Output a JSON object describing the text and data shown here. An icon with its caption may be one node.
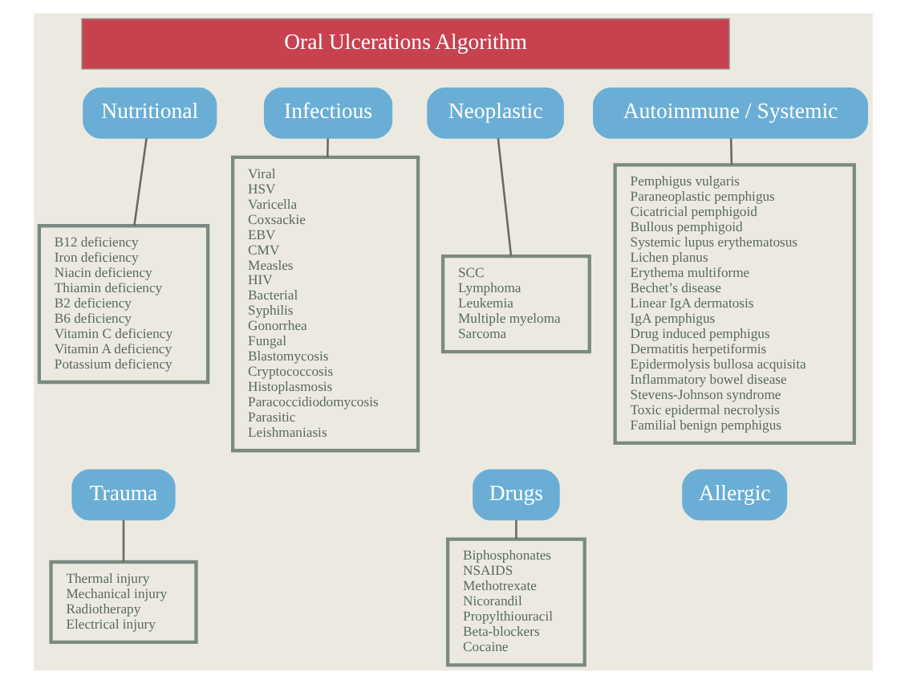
{
  "diagram": {
    "nodes": [
      {
        "text": [
          "Oral Ulcerations Algorithm"
        ]
      },
      {
        "text": [
          "Nutritional"
        ]
      },
      {
        "text": [
          "Infectious"
        ]
      },
      {
        "text": [
          "Neoplastic"
        ]
      },
      {
        "text": [
          "Autoimmune / Systemic"
        ]
      },
      {
        "text": [
          "B12 deficiency",
          "Iron deficiency",
          "Niacin deficiency",
          "Thiamin deficiency",
          "B2 deficiency",
          "B6 deficiency",
          "Vitamin C deficiency",
          "Vitamin A deficiency",
          "Potassium deficiency"
        ]
      },
      {
        "text": [
          "Viral",
          "HSV",
          "Varicella",
          "Coxsackie",
          "EBV",
          "CMV",
          "Measles",
          "HIV",
          "Bacterial",
          "Syphilis",
          "Gonorrhea",
          "Fungal",
          "Blastomycosis",
          "Cryptococcosis",
          "Histoplasmosis",
          "Paracoccidiodomycosis",
          "Parasitic",
          "Leishmaniasis"
        ]
      },
      {
        "text": [
          "SCC",
          "Lymphoma",
          "Leukemia",
          "Multiple myeloma",
          "Sarcoma"
        ]
      },
      {
        "text": [
          "Pemphigus vulgaris",
          "Paraneoplastic pemphigus",
          "Cicatricial pemphigoid",
          "Bullous pemphigoid",
          "Systemic lupus erythematosus",
          "Lichen planus",
          "Erythema multiforme",
          "Bechet’s disease",
          "Linear IgA dermatosis",
          "IgA pemphigus",
          "Drug induced pemphigus",
          "Dermatitis herpetiformis",
          "Epidermolysis bullosa acquisita",
          "Inflammatory bowel disease",
          "Stevens-Johnson syndrome",
          "Toxic epidermal necrolysis",
          "Familial benign pemphigus"
        ]
      },
      {
        "text": [
          "Trauma"
        ]
      },
      {
        "text": [
          "Drugs"
        ]
      },
      {
        "text": [
          "Thermal injury",
          "Mechanical injury",
          "Radiotherapy",
          "Electrical injury"
        ]
      },
      {
        "text": [
          "Biphosphonates",
          "NSAIDS",
          "Methotrexate",
          "Nicorandil",
          "Propylthiouracil",
          "Beta-blockers",
          "Cocaine"
        ]
      },
      {
        "text": [
          "Allergic"
        ]
      }
    ],
    "edges": [
      {
        "from": 1,
        "to": 5,
        "arrow": "none"
      },
      {
        "from": 2,
        "to": 6,
        "arrow": "none"
      },
      {
        "from": 3,
        "to": 7,
        "arrow": "none"
      },
      {
        "from": 4,
        "to": 8,
        "arrow": "none"
      },
      {
        "from": 9,
        "to": 11,
        "arrow": "none"
      },
      {
        "from": 10,
        "to": 12,
        "arrow": "none"
      }
    ]
  }
}
